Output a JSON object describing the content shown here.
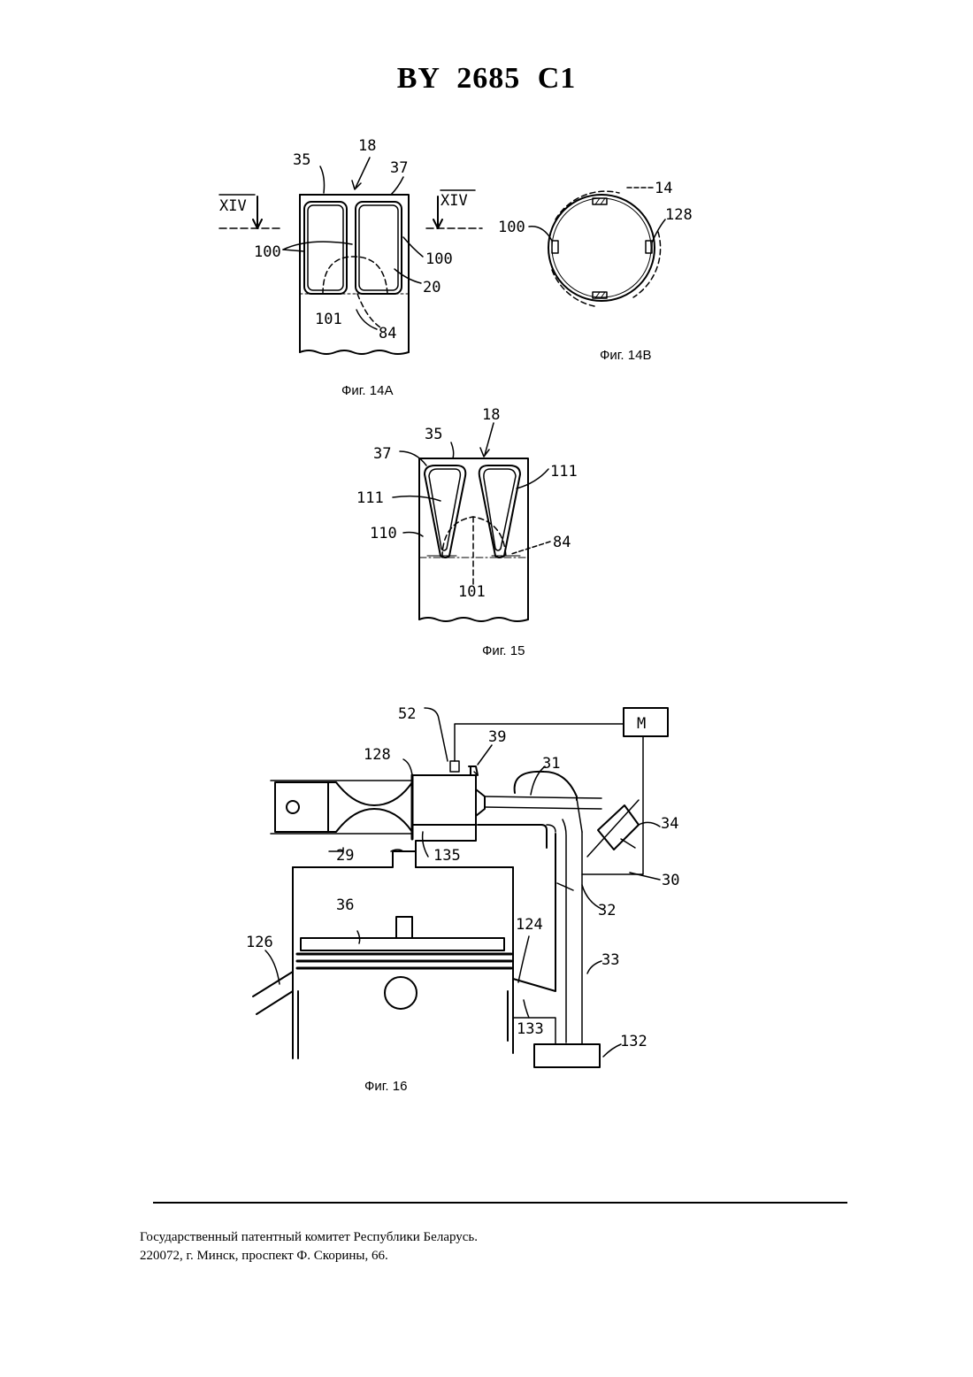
{
  "header": {
    "title": "BY 2685 C1"
  },
  "figures": {
    "fig14a": {
      "caption": "Фиг. 14A",
      "labels": {
        "l35": "35",
        "l18": "18",
        "l37": "37",
        "lxiv_left": "XIV",
        "lxiv_right": "XIV",
        "l100_left": "100",
        "l100_right": "100",
        "l20": "20",
        "l101": "101",
        "l84": "84"
      }
    },
    "fig14b": {
      "caption": "Фиг. 14B",
      "labels": {
        "l14": "14",
        "l100": "100",
        "l128": "128"
      }
    },
    "fig15": {
      "caption": "Фиг. 15",
      "labels": {
        "l18": "18",
        "l35": "35",
        "l37": "37",
        "l111_left": "111",
        "l111_right": "111",
        "l110": "110",
        "l84": "84",
        "l101": "101"
      }
    },
    "fig16": {
      "caption": "Фиг. 16",
      "labels": {
        "l52": "52",
        "l39": "39",
        "lM": "M",
        "l128": "128",
        "l31": "31",
        "l34": "34",
        "l29": "29",
        "l135": "135",
        "l30": "30",
        "l32": "32",
        "l36": "36",
        "l124": "124",
        "l126": "126",
        "l33": "33",
        "l133": "133",
        "l132": "132"
      }
    }
  },
  "footer": {
    "line1": "Государственный патентный комитет Республики Беларусь.",
    "line2": "220072, г. Минск, проспект Ф. Скорины, 66."
  }
}
